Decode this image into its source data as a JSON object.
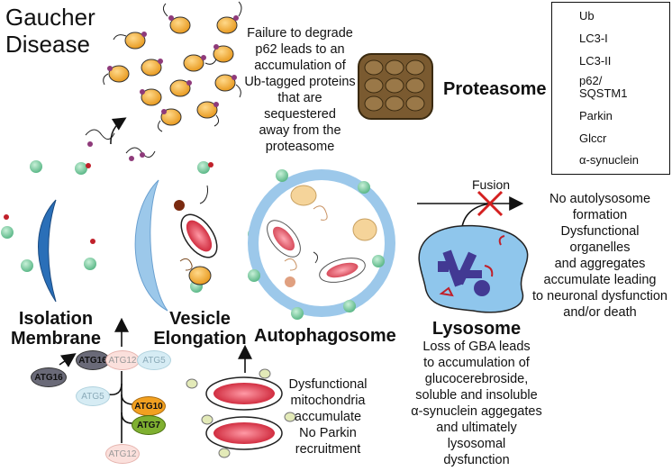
{
  "title": "Gaucher\nDisease",
  "texts": {
    "failure_caption": "Failure to degrade\np62 leads to an\naccumulation of\nUb-tagged proteins\nthat are sequestered\naway from the\nproteasome",
    "proteasome": "Proteasome",
    "fusion": "Fusion",
    "no_autolysosome": "No autolysosome\nformation\nDysfunctional organelles\nand aggregates\naccumulate leading\nto neuronal dysfunction\nand/or death",
    "isolation_membrane": "Isolation\nMembrane",
    "vesicle_elongation": "Vesicle\nElongation",
    "autophagosome": "Autophagosome",
    "lysosome": "Lysosome",
    "lysosome_caption": "Loss of GBA leads\nto accumulation of\nglucocerebroside,\nsoluble and insoluble\nα-synuclein aggegates\nand ultimately\nlysosomal\ndysfunction",
    "mito_caption": "Dysfunctional\nmitochondria\naccumulate\nNo Parkin\nrecruitment"
  },
  "legend": [
    {
      "label": "Ub",
      "icon": "ub-icon",
      "color": "#8e3a7a"
    },
    {
      "label": "LC3-I",
      "icon": "lc3-i-icon",
      "color": "#1f7a3a"
    },
    {
      "label": "LC3-II",
      "icon": "lc3-ii-icon",
      "color": "#1f7a3a"
    },
    {
      "label": "p62/\nSQSTM1",
      "icon": "p62-icon",
      "color": "#f0a830"
    },
    {
      "label": "Parkin",
      "icon": "parkin-icon",
      "color": "#e3eab8"
    },
    {
      "label": "Glccr",
      "icon": "glccr-icon",
      "color": "#c0202a"
    },
    {
      "label": "α-synuclein",
      "icon": "alpha-synuclein-icon",
      "color": "#3a2a8a"
    }
  ],
  "atg": {
    "atg16_free": "ATG16",
    "atg16": "ATG16",
    "atg12_top": "ATG12",
    "atg5_top": "ATG5",
    "atg5": "ATG5",
    "atg10": "ATG10",
    "atg7": "ATG7",
    "atg12_bottom": "ATG12"
  },
  "colors": {
    "membrane_blue": "#2a6fb8",
    "vesicle_blue": "#9cc8ea",
    "mito_red": "#d4283a",
    "lysosome_fill": "#8fc6ec",
    "cross_red": "#d42020"
  }
}
